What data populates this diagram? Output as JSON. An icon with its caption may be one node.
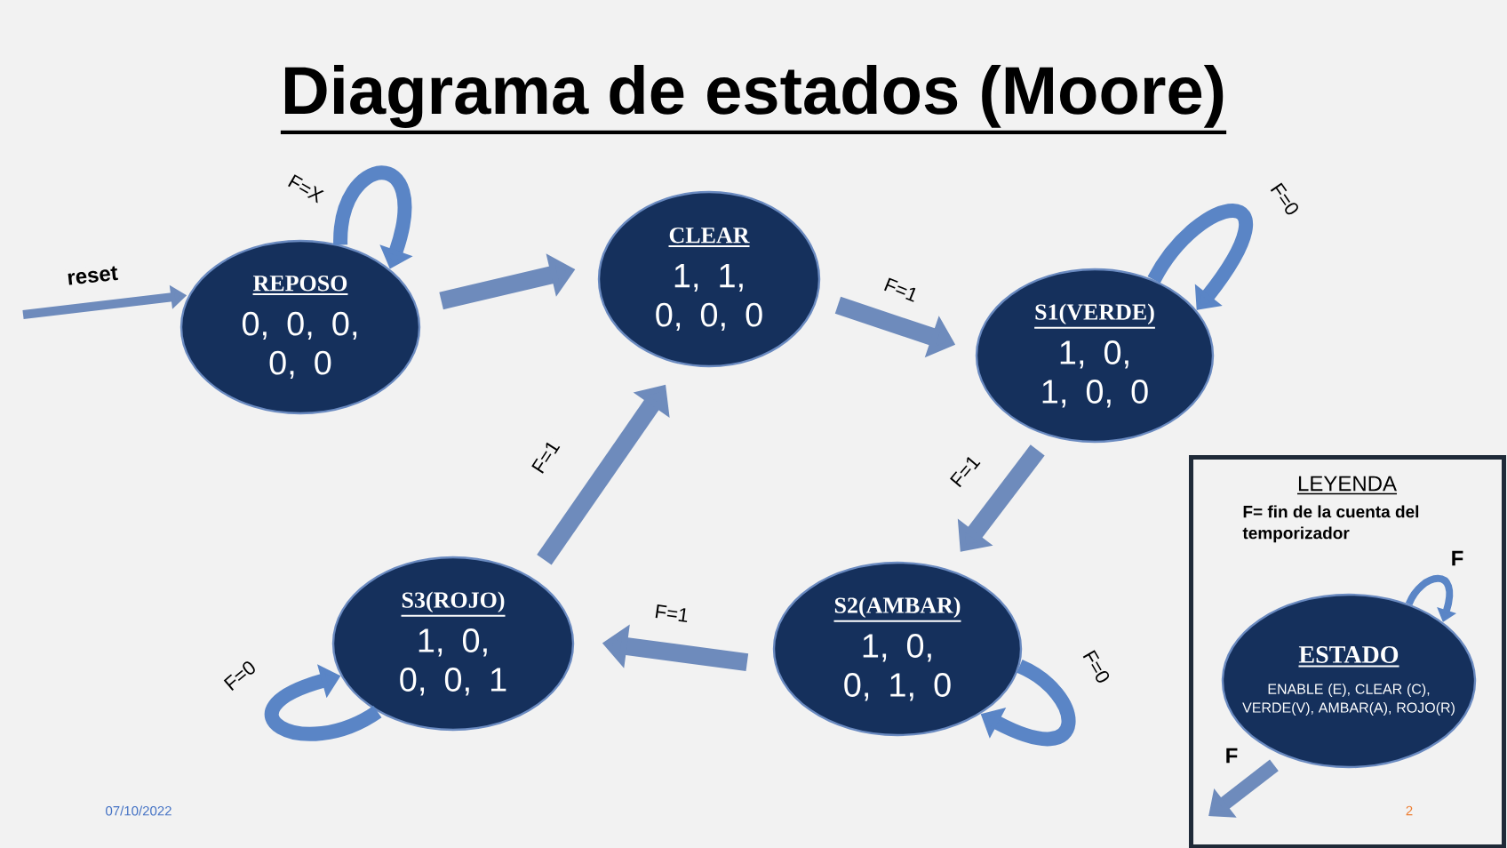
{
  "diagram": {
    "title": "Diagrama de estados (Moore)",
    "nodes": [
      {
        "text": [
          "REPOSO",
          "0, 0, 0, 0, 0"
        ]
      },
      {
        "text": [
          "CLEAR",
          "1, 1, 0, 0, 0"
        ]
      },
      {
        "text": [
          "S1(VERDE)",
          "1, 0, 1, 0, 0"
        ]
      },
      {
        "text": [
          "S2(AMBAR)",
          "1, 0, 0, 1, 0"
        ]
      },
      {
        "text": [
          "S3(ROJO)",
          "1, 0, 0, 0, 1"
        ]
      },
      {
        "text": [
          "LEYENDA",
          "F= fin de la cuenta del temporizador"
        ]
      },
      {
        "text": [
          "ESTADO",
          "ENABLE (E), CLEAR (C), VERDE(V), AMBAR(A), ROJO(R)"
        ],
        "in": 5
      }
    ],
    "edges": [
      {
        "from": null,
        "to": 0,
        "arrow": "to",
        "label": "reset"
      },
      {
        "from": 0,
        "to": 0,
        "arrow": "to",
        "label": "F=X"
      },
      {
        "from": 0,
        "to": 1,
        "arrow": "to"
      },
      {
        "from": 1,
        "to": 2,
        "arrow": "to",
        "label": "F=1"
      },
      {
        "from": 2,
        "to": 2,
        "arrow": "to",
        "label": "F=0"
      },
      {
        "from": 2,
        "to": 3,
        "arrow": "to",
        "label": "F=1"
      },
      {
        "from": 3,
        "to": 3,
        "arrow": "to",
        "label": "F=0"
      },
      {
        "from": 3,
        "to": 4,
        "arrow": "to",
        "label": "F=1"
      },
      {
        "from": 4,
        "to": 4,
        "arrow": "to",
        "label": "F=0"
      },
      {
        "from": 4,
        "to": 1,
        "arrow": "to",
        "label": "F=1"
      },
      {
        "from": 6,
        "to": 6,
        "arrow": "to",
        "label": "F"
      },
      {
        "from": 6,
        "to": null,
        "arrow": "to",
        "label": "F"
      }
    ],
    "labels": [
      "07/10/2022",
      "2"
    ]
  }
}
